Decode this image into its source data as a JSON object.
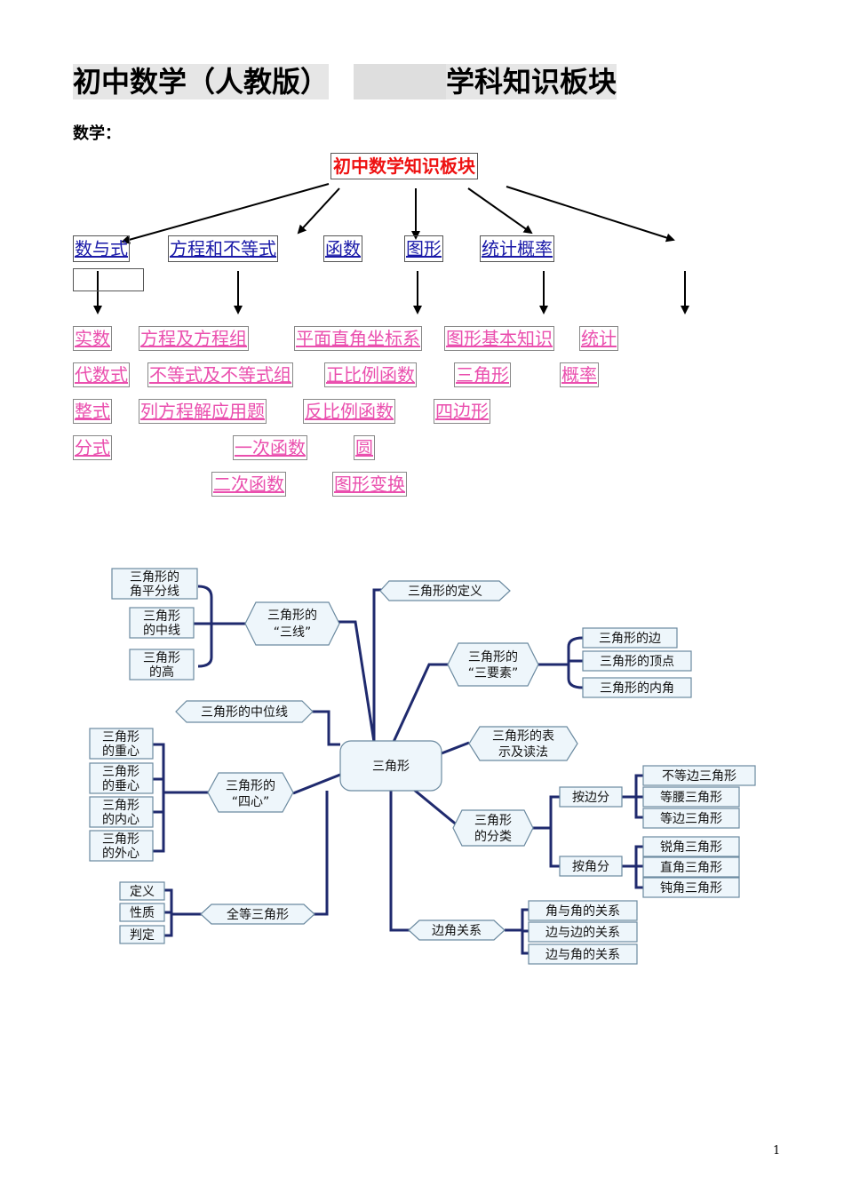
{
  "header": {
    "title_left": "初中数学（人教版）",
    "title_right": "学科知识板块",
    "subject_label": "数学："
  },
  "tree": {
    "root": "初中数学知识板块",
    "categories": [
      "数与式",
      "方程和不等式",
      "函数",
      "图形",
      "统计概率"
    ],
    "columns": {
      "shu_yu_shi": [
        "实数",
        "代数式",
        "整式",
        "分式"
      ],
      "fangcheng": [
        "方程及方程组",
        "不等式及不等式组",
        "列方程解应用题"
      ],
      "hanshu": [
        "平面直角坐标系",
        "正比例函数",
        "反比例函数",
        "一次函数",
        "二次函数"
      ],
      "tuxing": [
        "图形基本知识",
        "三角形",
        "四边形",
        "圆",
        "图形变换"
      ],
      "tongji": [
        "统计",
        "概率"
      ]
    }
  },
  "mindmap": {
    "center": "三角形",
    "sanxian": {
      "hub_line1": "三角形的",
      "hub_line2": "“三线”",
      "leaves": [
        [
          "三角形的",
          "角平分线"
        ],
        [
          "三角形",
          "的中线"
        ],
        [
          "三角形",
          "的高"
        ]
      ]
    },
    "definition": "三角形的定义",
    "sanyaosu": {
      "hub_line1": "三角形的",
      "hub_line2": "“三要素”",
      "leaves": [
        "三角形的边",
        "三角形的顶点",
        "三角形的内角"
      ]
    },
    "zhongweixian": "三角形的中位线",
    "biaoshi": {
      "line1": "三角形的表",
      "line2": "示及读法"
    },
    "sixin": {
      "hub_line1": "三角形的",
      "hub_line2": "“四心”",
      "leaves": [
        [
          "三角形",
          "的重心"
        ],
        [
          "三角形",
          "的垂心"
        ],
        [
          "三角形",
          "的内心"
        ],
        [
          "三角形",
          "的外心"
        ]
      ]
    },
    "fenlei": {
      "hub_line1": "三角形",
      "hub_line2": "的分类",
      "by_side": {
        "label": "按边分",
        "leaves": [
          "不等边三角形",
          "等腰三角形",
          "等边三角形"
        ]
      },
      "by_angle": {
        "label": "按角分",
        "leaves": [
          "锐角三角形",
          "直角三角形",
          "钝角三角形"
        ]
      }
    },
    "quandeng": {
      "hub": "全等三角形",
      "leaves": [
        "定义",
        "性质",
        "判定"
      ]
    },
    "bianjiao": {
      "hub": "边角关系",
      "leaves": [
        "角与角的关系",
        "边与边的关系",
        "边与角的关系"
      ]
    }
  },
  "footer": {
    "page_number": "1"
  },
  "colors": {
    "root_text": "#ee1111",
    "category_text": "#1a1aa8",
    "topic_text": "#ea4fae",
    "mindmap_line": "#1f2a6e",
    "node_fill": "#eef6fb",
    "node_border": "#6b8aa0"
  }
}
